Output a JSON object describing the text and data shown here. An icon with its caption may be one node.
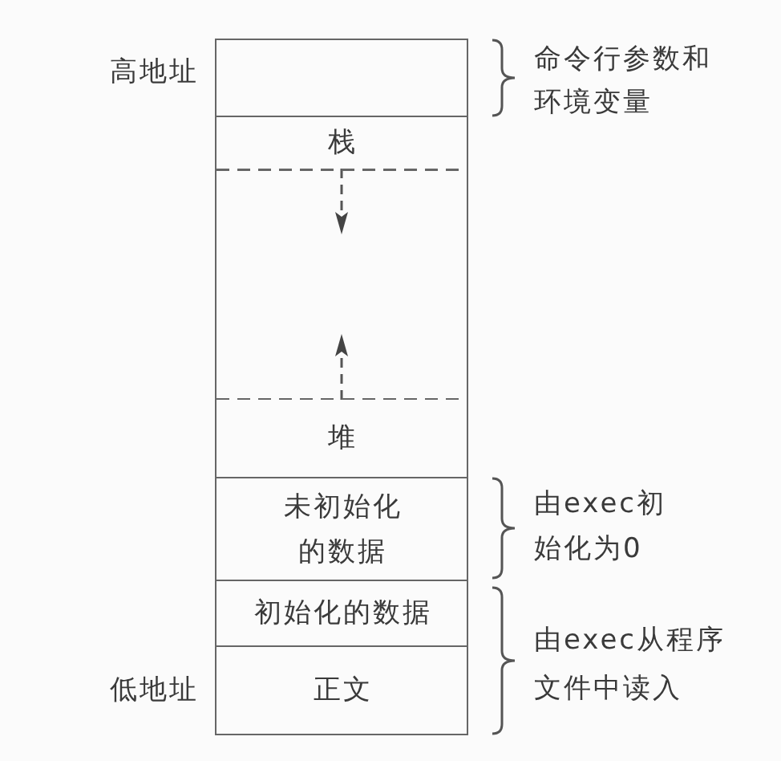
{
  "diagram": {
    "nodes": [
      {
        "text": [],
        "shape": "box"
      },
      {
        "text": [
          "栈"
        ]
      },
      {
        "text": [],
        "shape": "box"
      },
      {
        "text": [
          "堆"
        ]
      },
      {
        "text": [
          "未初始化的数据"
        ]
      },
      {
        "text": [
          "初始化的数据"
        ]
      },
      {
        "text": [
          "正文"
        ]
      }
    ],
    "edges": [
      {
        "from": 1,
        "to": 2,
        "arrow": "to",
        "style": "dashed"
      },
      {
        "from": 3,
        "to": 2,
        "arrow": "to",
        "style": "dashed"
      }
    ],
    "labels": [
      "高地址",
      "命令行参数和环境变量",
      "由exec初始化为0",
      "由exec从程序文件中读入",
      "低地址"
    ]
  }
}
